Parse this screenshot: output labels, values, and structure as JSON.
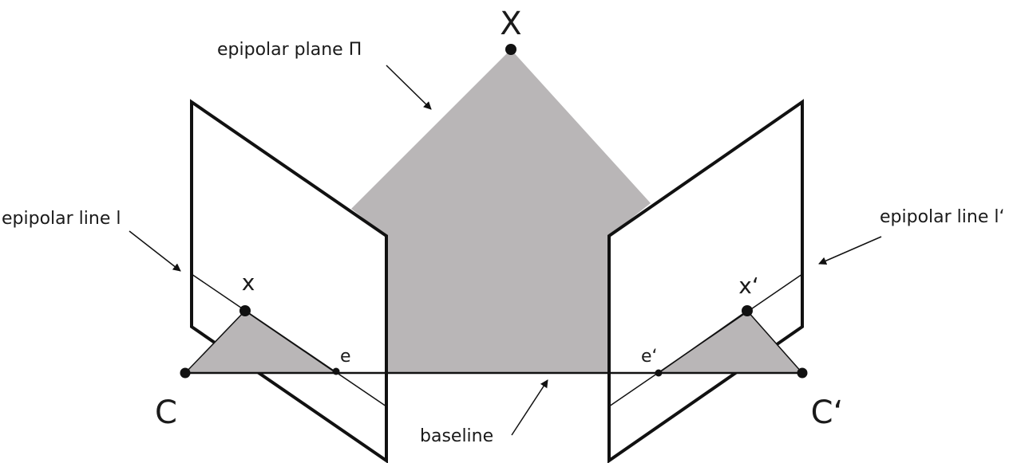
{
  "labels": {
    "point_X": "X",
    "epipolar_plane": "epipolar plane  Π",
    "epipolar_line_left": "epipolar line l",
    "epipolar_line_right": "epipolar line l‘",
    "point_x": "x",
    "point_x_prime": "x‘",
    "epipole_e": "e",
    "epipole_e_prime": "e‘",
    "center_C": "C",
    "center_C_prime": "C‘",
    "baseline": "baseline"
  },
  "colors": {
    "plane_fill": "#b9b6b7",
    "stroke": "#111111",
    "background": "#ffffff"
  }
}
